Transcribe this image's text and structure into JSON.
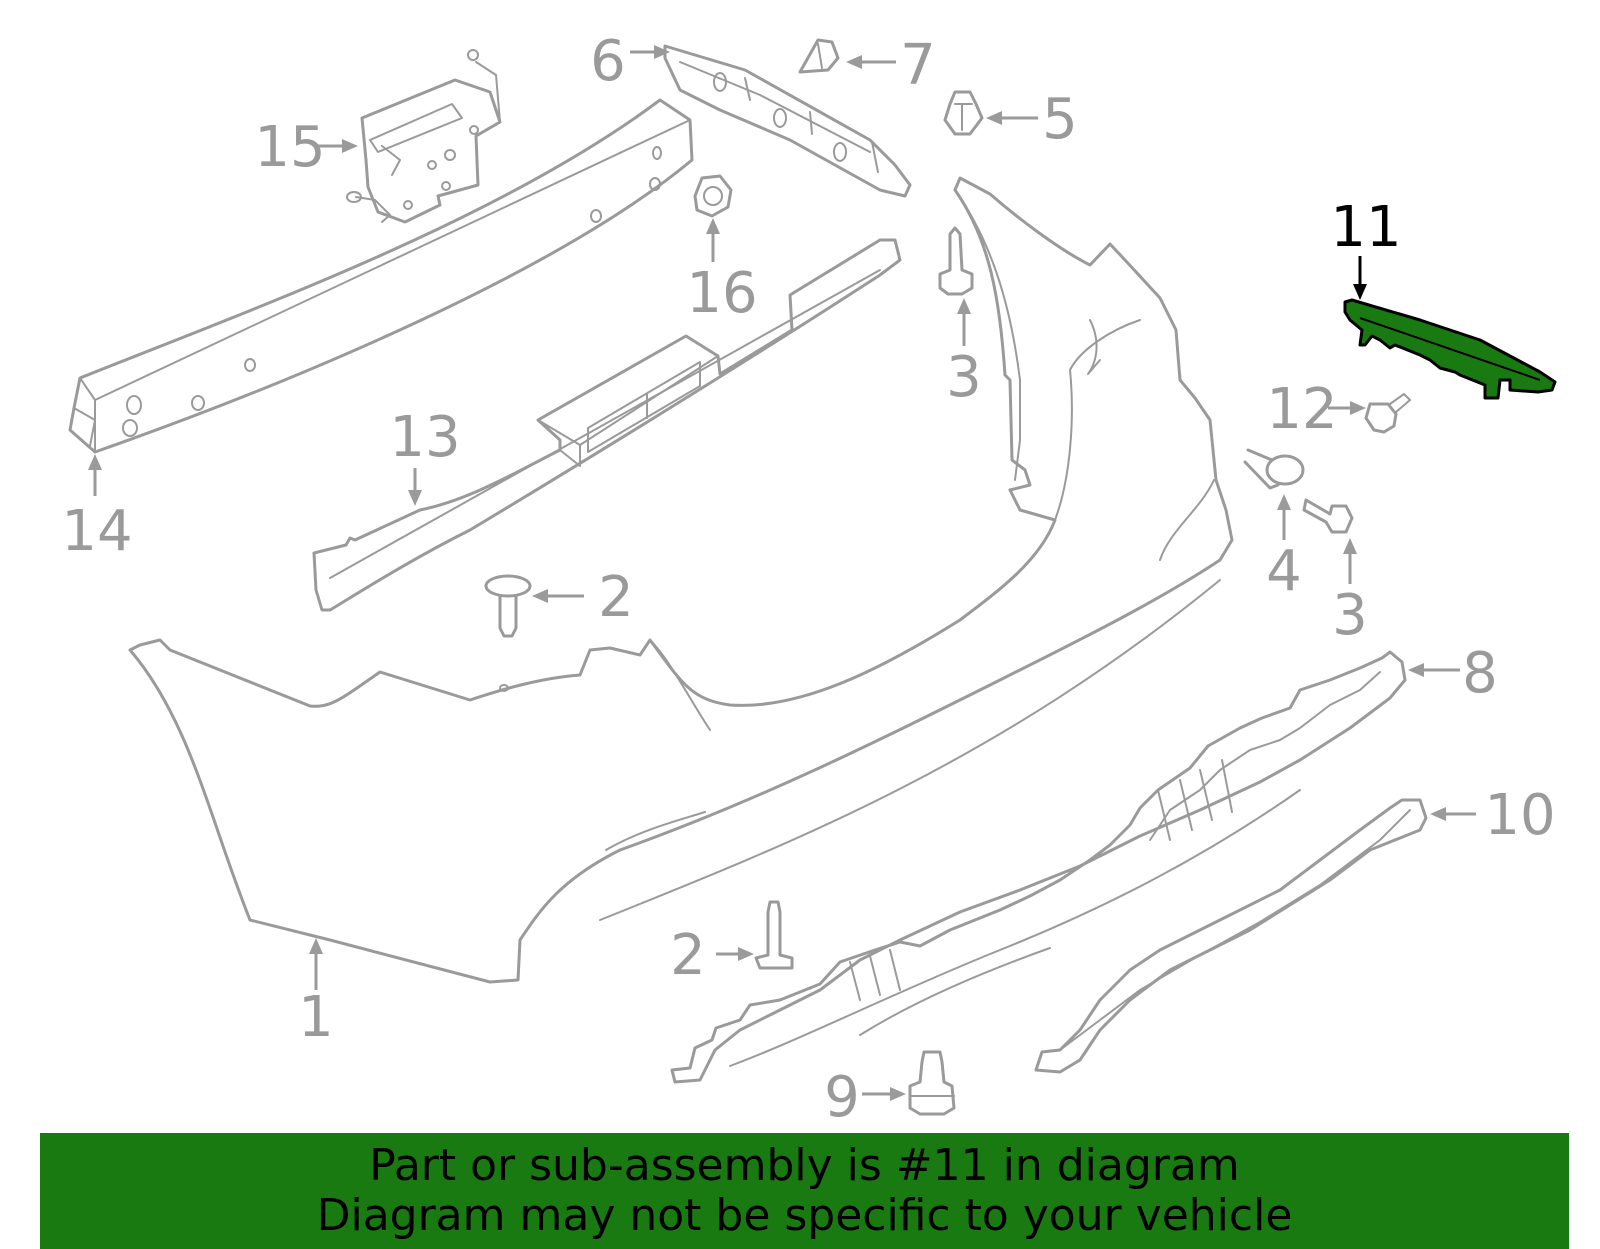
{
  "colors": {
    "part_outline": "#9a9a9a",
    "highlight_fill": "#1a7a12",
    "highlight_outline": "#000000",
    "banner_background": "#1a7a12",
    "banner_text": "#000000",
    "background": "#ffffff"
  },
  "highlighted_callout": "11",
  "callouts": [
    {
      "id": "c1",
      "label": "1"
    },
    {
      "id": "c2a",
      "label": "2"
    },
    {
      "id": "c2b",
      "label": "2"
    },
    {
      "id": "c3a",
      "label": "3"
    },
    {
      "id": "c3b",
      "label": "3"
    },
    {
      "id": "c4",
      "label": "4"
    },
    {
      "id": "c5",
      "label": "5"
    },
    {
      "id": "c6",
      "label": "6"
    },
    {
      "id": "c7",
      "label": "7"
    },
    {
      "id": "c8",
      "label": "8"
    },
    {
      "id": "c9",
      "label": "9"
    },
    {
      "id": "c10",
      "label": "10"
    },
    {
      "id": "c11",
      "label": "11"
    },
    {
      "id": "c12",
      "label": "12"
    },
    {
      "id": "c13",
      "label": "13"
    },
    {
      "id": "c14",
      "label": "14"
    },
    {
      "id": "c15",
      "label": "15"
    },
    {
      "id": "c16",
      "label": "16"
    }
  ],
  "banner": {
    "line1": "Part or sub-assembly is #11 in diagram",
    "line2": "Diagram may not be specific to your vehicle"
  }
}
